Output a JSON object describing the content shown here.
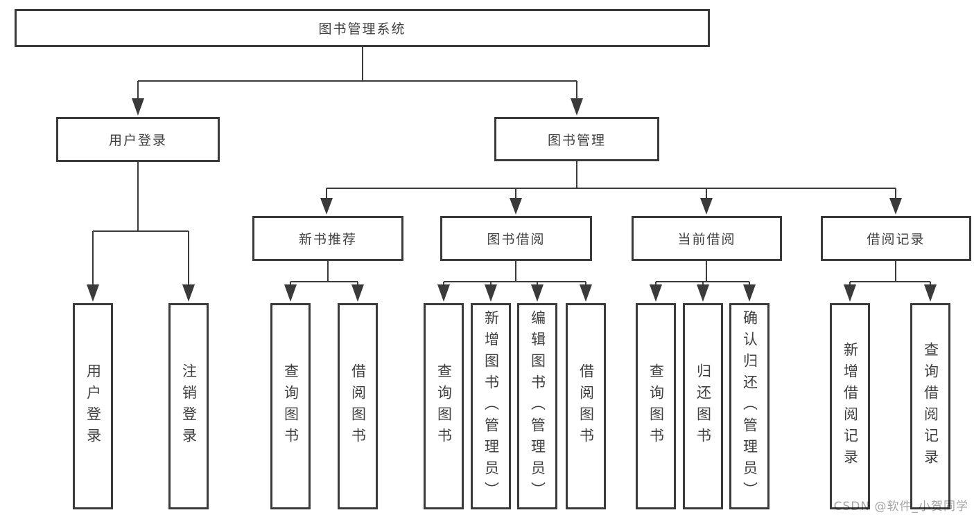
{
  "diagram": {
    "root": {
      "label": "图书管理系统"
    },
    "branches": [
      {
        "label": "用户登录",
        "children": [
          {
            "label": "用户登录"
          },
          {
            "label": "注销登录"
          }
        ]
      },
      {
        "label": "图书管理",
        "children": [
          {
            "label": "新书推荐",
            "children": [
              {
                "label": "查询图书"
              },
              {
                "label": "借阅图书"
              }
            ]
          },
          {
            "label": "图书借阅",
            "children": [
              {
                "label": "查询图书"
              },
              {
                "label": "新增图书（管理员）"
              },
              {
                "label": "编辑图书（管理员）"
              },
              {
                "label": "借阅图书"
              }
            ]
          },
          {
            "label": "当前借阅",
            "children": [
              {
                "label": "查询图书"
              },
              {
                "label": "归还图书"
              },
              {
                "label": "确认归还（管理员）"
              }
            ]
          },
          {
            "label": "借阅记录",
            "children": [
              {
                "label": "新增借阅记录"
              },
              {
                "label": "查询借阅记录"
              }
            ]
          }
        ]
      }
    ],
    "watermark": "CSDN @软件_小贺同学",
    "colors": {
      "line": "#3a3a3a",
      "text": "#404040",
      "watermark": "#949494",
      "background": "#ffffff"
    }
  }
}
